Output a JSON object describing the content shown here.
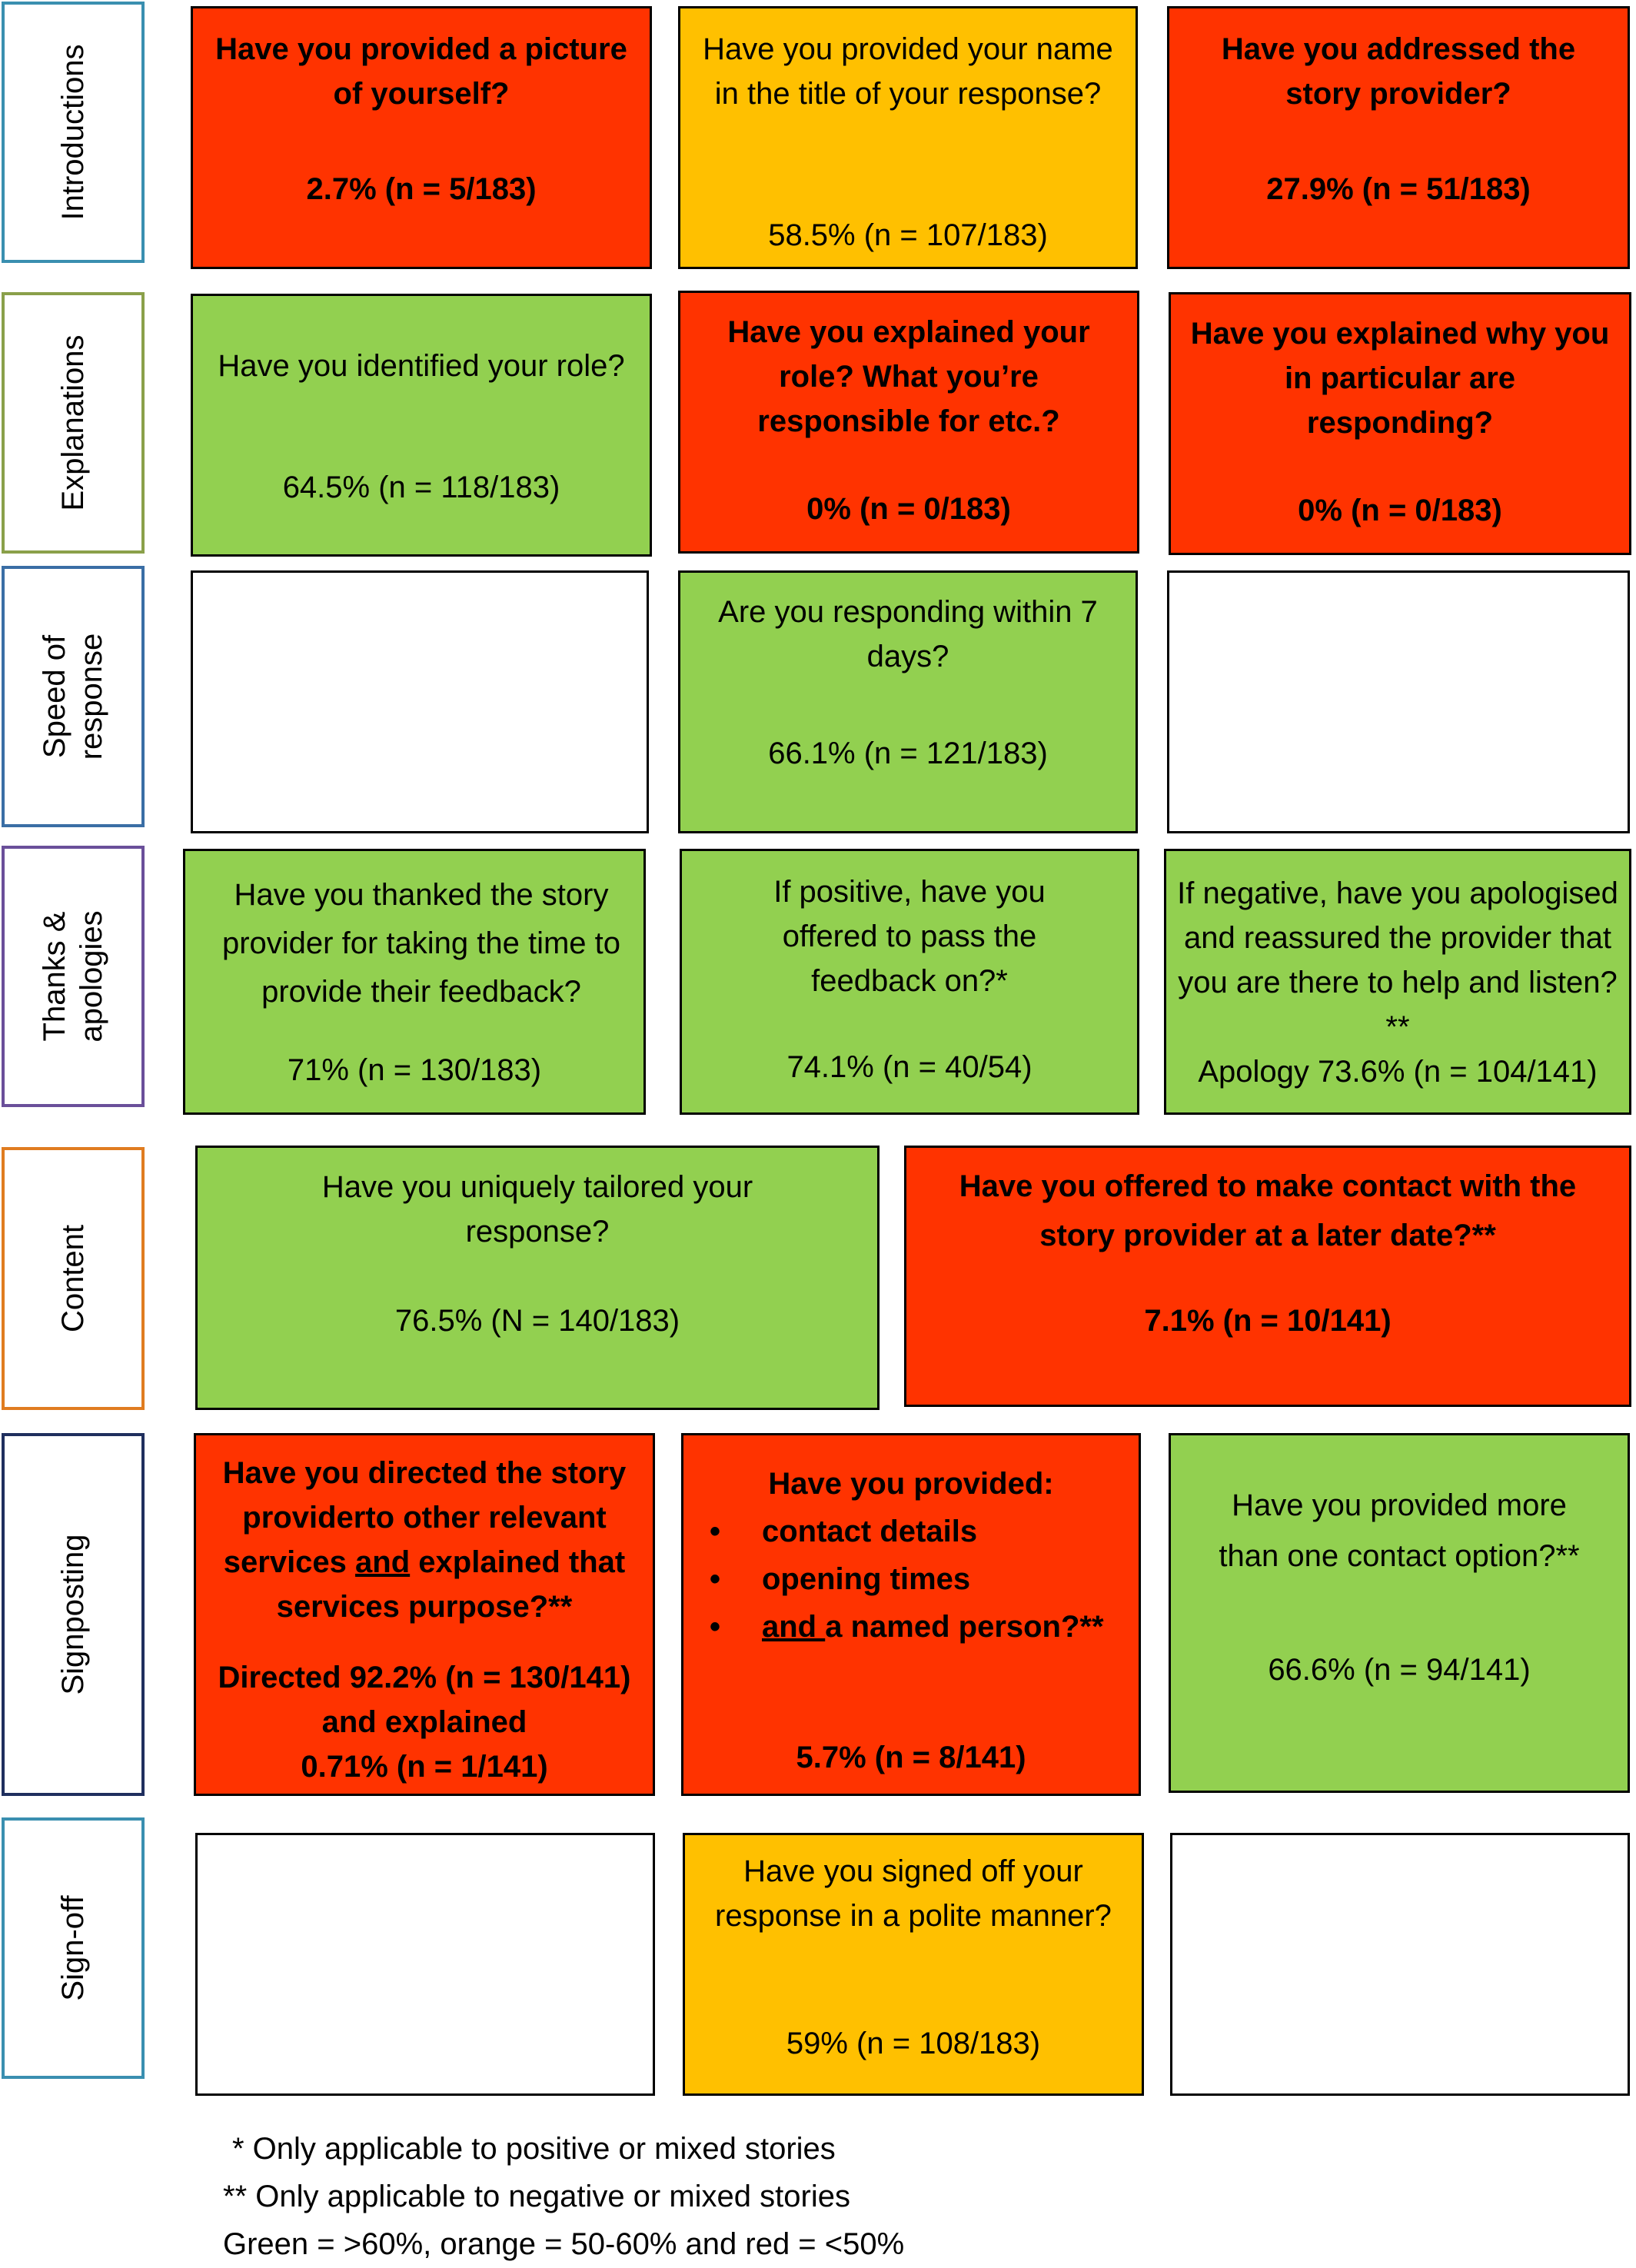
{
  "colors": {
    "red": "#ff3300",
    "orange": "#ffc000",
    "green": "#92d050"
  },
  "categories": {
    "introductions": "Introductions",
    "explanations": "Explanations",
    "speed": "Speed of response",
    "thanks": "Thanks & apologies",
    "content": "Content",
    "signposting": "Signposting",
    "signoff": "Sign-off"
  },
  "boxes": {
    "picture": {
      "question": "Have you provided a picture of yourself?",
      "stat": "2.7% (n = 5/183)",
      "color": "red"
    },
    "name_title": {
      "question": "Have you provided your name in the title of your response?",
      "stat": "58.5% (n = 107/183)",
      "color": "orange"
    },
    "addressed": {
      "question": "Have you addressed the story provider?",
      "stat": "27.9% (n = 51/183)",
      "color": "red"
    },
    "identified_role": {
      "question": "Have you identified your role?",
      "stat": "64.5% (n = 118/183)",
      "color": "green"
    },
    "explained_role": {
      "question": "Have you explained your role? What you’re responsible for etc.?",
      "stat": "0% (n = 0/183)",
      "color": "red"
    },
    "explained_why": {
      "question": "Have you explained why you in particular are responding?",
      "stat": "0% (n = 0/183)",
      "color": "red"
    },
    "seven_days": {
      "question": "Are you responding within 7 days?",
      "stat": "66.1% (n = 121/183)",
      "color": "green"
    },
    "thanked": {
      "question": "Have you thanked the story provider for taking the time to provide their feedback?",
      "stat": "71% (n = 130/183)",
      "color": "green"
    },
    "pass_feedback": {
      "question": "If positive, have you offered to pass the feedback on?*",
      "stat": "74.1% (n = 40/54)",
      "color": "green"
    },
    "apologised": {
      "question": "If negative, have you apologised and reassured the provider that you are there to help and listen?**",
      "stat": "Apology 73.6% (n = 104/141)",
      "color": "green"
    },
    "tailored": {
      "question": "Have you uniquely tailored your response?",
      "stat": "76.5% (N = 140/183)",
      "color": "green"
    },
    "later_contact": {
      "question": "Have you offered to make contact with the story provider at a later date?**",
      "stat": "7.1% (n = 10/141)",
      "color": "red"
    },
    "directed": {
      "question_pre": "Have you directed the story providerto other relevant services ",
      "question_and": "and",
      "question_post": " explained that services purpose?**",
      "stat_line1": "Directed 92.2% (n = 130/141)",
      "stat_line2": "and explained",
      "stat_line3": "0.71% (n = 1/141)",
      "color": "red"
    },
    "provided": {
      "question": "Have you provided:",
      "item1": "contact details",
      "item2": "opening times",
      "item3_and": "and ",
      "item3_rest": "a named person?**",
      "stat": "5.7% (n = 8/141)",
      "color": "red"
    },
    "more_contact": {
      "question": "Have you provided more than one contact option?**",
      "stat": "66.6% (n = 94/141)",
      "color": "green"
    },
    "signed_off": {
      "question": "Have you signed off your response in a polite manner?",
      "stat": "59% (n = 108/183)",
      "color": "orange"
    }
  },
  "legend": {
    "line1": "* Only applicable to positive or mixed stories",
    "line2": "** Only applicable to negative or mixed stories",
    "line3": "Green = >60%, orange = 50-60% and red = <50%"
  }
}
